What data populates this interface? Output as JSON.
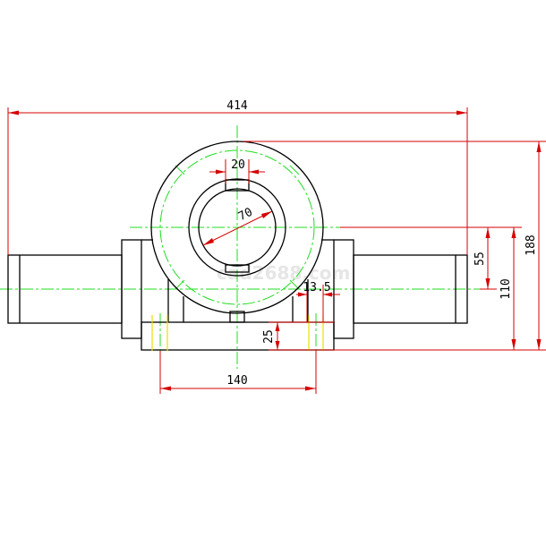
{
  "drawing": {
    "dimensions": {
      "overall_length": "414",
      "base_hole_spacing": "140",
      "keyway_width": "20",
      "bore_diameter": "70",
      "flange_offset": "13.5",
      "base_thickness": "25",
      "center_to_shaft": "55",
      "center_height": "110",
      "overall_height": "188"
    },
    "watermark": "cad2688.com",
    "colors": {
      "outline": "#000000",
      "centerline": "#22dd22",
      "dimension": "#d40000",
      "hidden": "#e8e000"
    }
  }
}
